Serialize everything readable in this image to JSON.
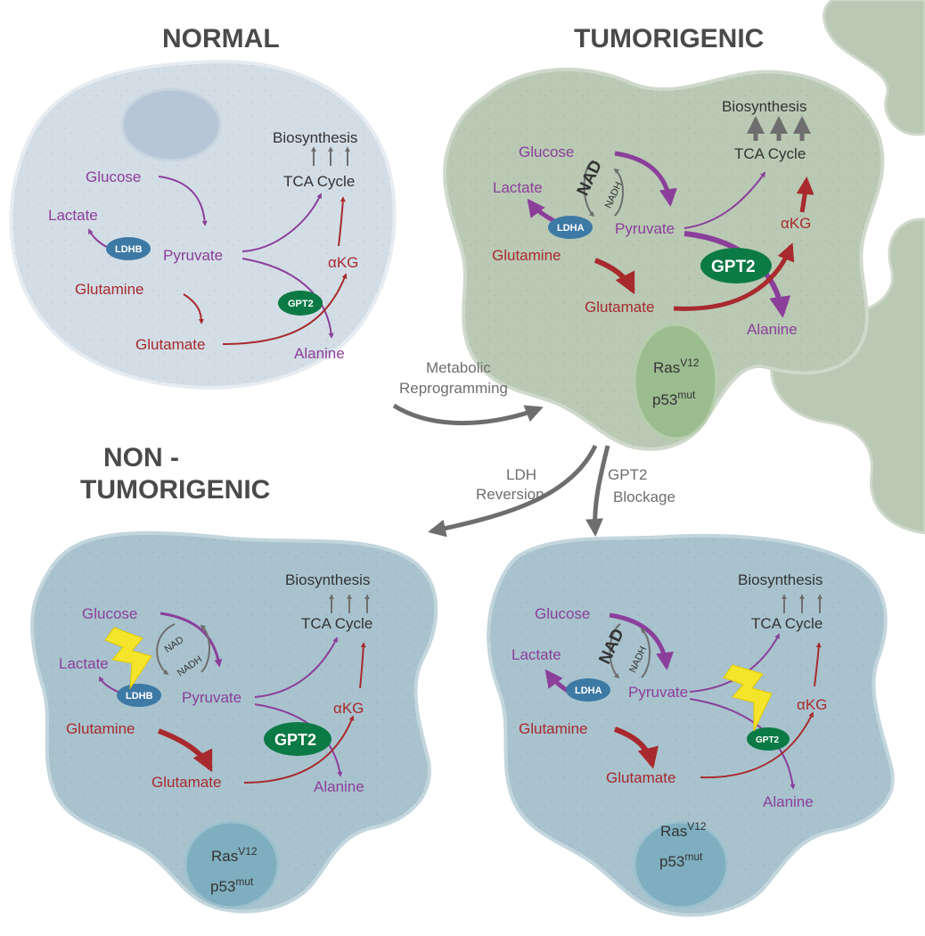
{
  "headings": {
    "normal": "NORMAL",
    "tumorigenic": "TUMORIGENIC",
    "non_tumorigenic_line1": "NON -",
    "non_tumorigenic_line2": "TUMORIGENIC"
  },
  "transitions": {
    "metabolic_line1": "Metabolic",
    "metabolic_line2": "Reprogramming",
    "ldh_line1": "LDH",
    "ldh_line2": "Reversion",
    "gpt2_line1": "GPT2",
    "gpt2_line2": "Blockage"
  },
  "metabolites": {
    "glucose": "Glucose",
    "lactate": "Lactate",
    "pyruvate": "Pyruvate",
    "glutamine": "Glutamine",
    "glutamate": "Glutamate",
    "alanine": "Alanine",
    "akg": "αKG",
    "tca": "TCA Cycle",
    "biosynthesis": "Biosynthesis",
    "nad": "NAD",
    "nadh": "NADH"
  },
  "enzymes": {
    "ldhb": "LDHB",
    "ldha": "LDHA",
    "gpt2": "GPT2"
  },
  "nucleus": {
    "ras": "Ras",
    "ras_sup": "V12",
    "p53": "p53",
    "p53_sup": "mut"
  },
  "colors": {
    "normal_cell": "#d3dde5",
    "tumor_cell": "#b9c9b3",
    "nontumor_cell": "#a8c3ce",
    "purple_arrow": "#8b3f9a",
    "red_arrow": "#a82a2e",
    "gpt2_enzyme": "#0c7a45",
    "ldh_enzyme": "#3d79a5",
    "inhibitor_bolt": "#f5e52a"
  }
}
